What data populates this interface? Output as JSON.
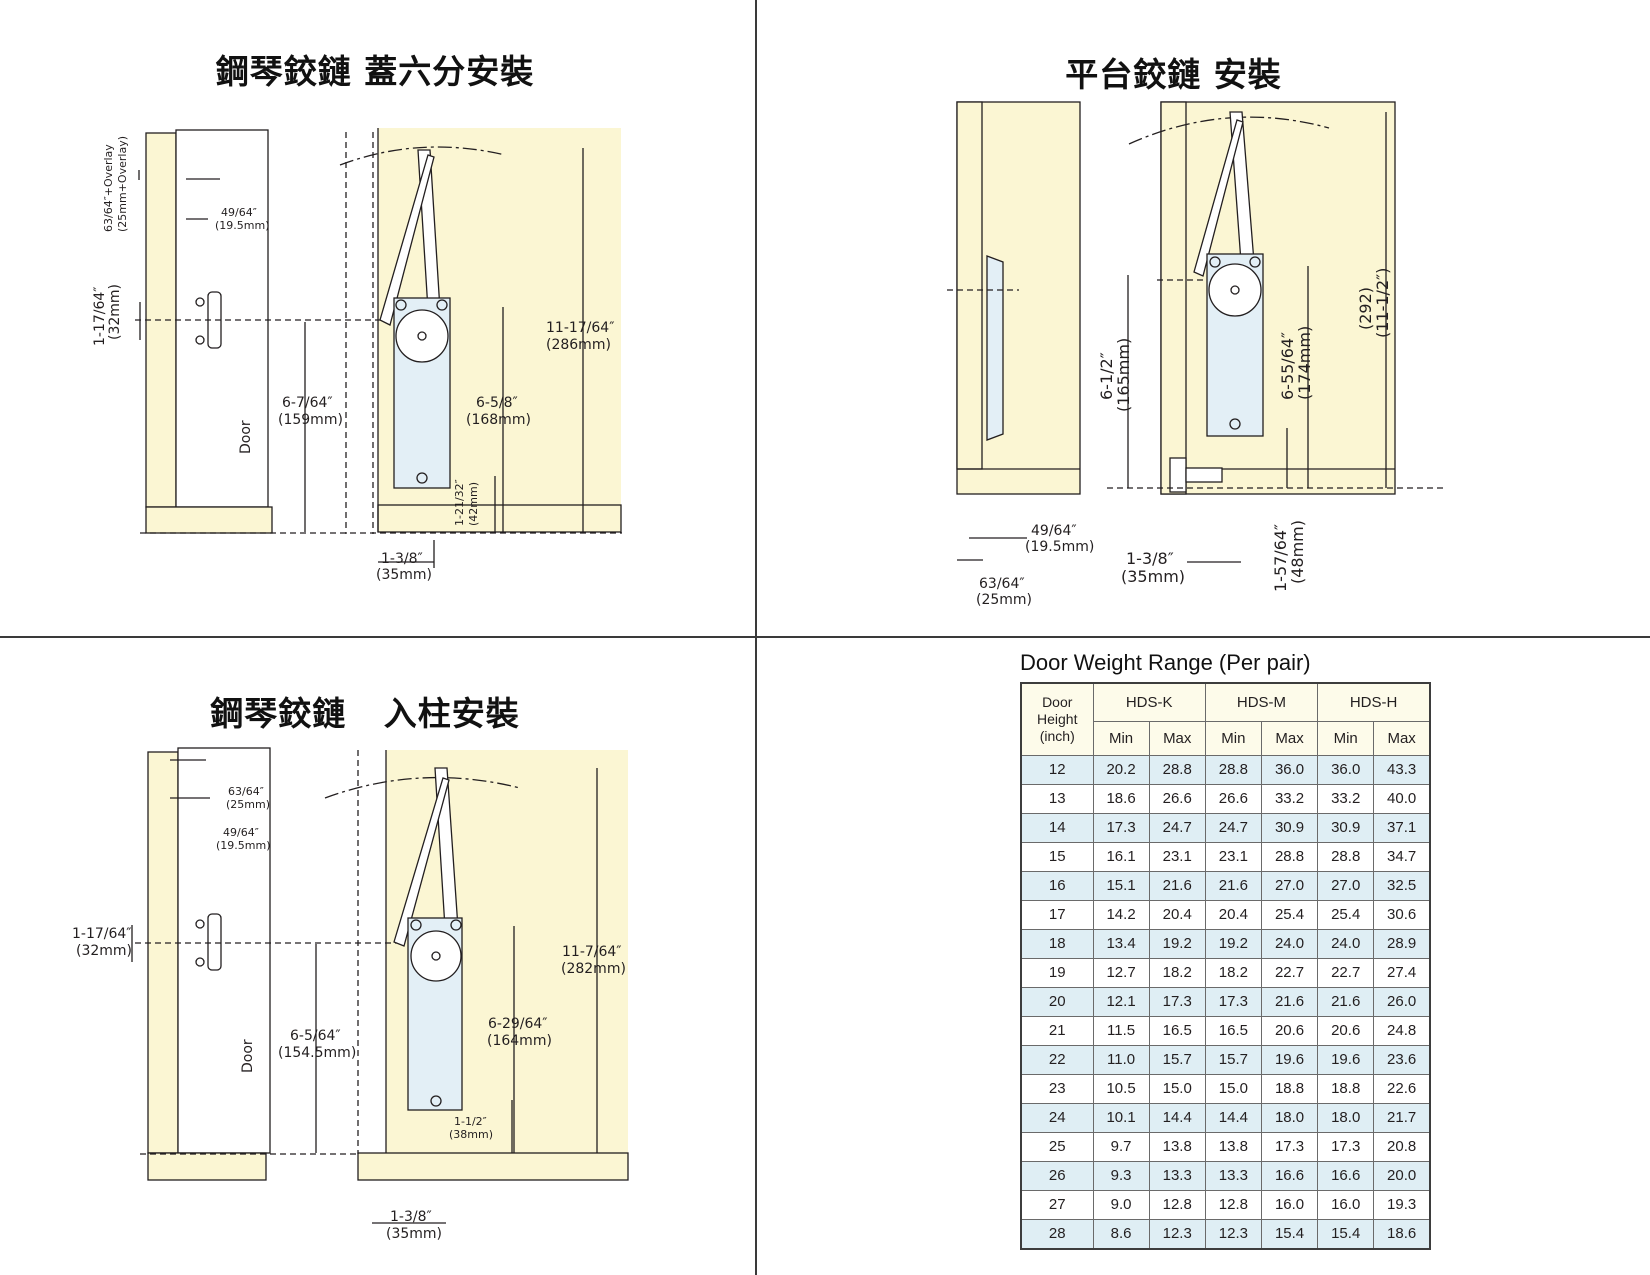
{
  "quadrants": {
    "overlay": {
      "title": "鋼琴鉸鏈 蓋六分安裝",
      "labels": {
        "overlay_dim_1": "63/64″+Overlay",
        "overlay_dim_2": "(25mm+Overlay)",
        "offset_1": "49/64″",
        "offset_2": "(19.5mm)",
        "hole_1": "1-17/64″",
        "hole_2": "(32mm)",
        "door": "Door",
        "mount_1": "6-7/64″",
        "mount_2": "(159mm)",
        "body_1": "6-5/8″",
        "body_2": "(168mm)",
        "total_1": "11-17/64″",
        "total_2": "(286mm)",
        "bottom_1": "1-21/32″",
        "bottom_2": "(42mm)",
        "depth_1": "1-3/8″",
        "depth_2": "(35mm)"
      }
    },
    "platform": {
      "title": "平台鉸鏈 安裝",
      "labels": {
        "offset_1": "49/64″",
        "offset_2": "(19.5mm)",
        "thick_1": "63/64″",
        "thick_2": "(25mm)",
        "mount_1": "6-1/2″",
        "mount_2": "(165mm)",
        "body_1": "6-55/64″",
        "body_2": "(174mm)",
        "total_1": "(292)",
        "total_2": "(11-1/2″)",
        "bottom_1": "1-57/64″",
        "bottom_2": "(48mm)",
        "depth_1": "1-3/8″",
        "depth_2": "(35mm)"
      }
    },
    "inset": {
      "title": "鋼琴鉸鏈   入柱安裝",
      "labels": {
        "thick_1": "63/64″",
        "thick_2": "(25mm)",
        "offset_1": "49/64″",
        "offset_2": "(19.5mm)",
        "hole_1": "1-17/64″",
        "hole_2": "(32mm)",
        "door": "Door",
        "mount_1": "6-5/64″",
        "mount_2": "(154.5mm)",
        "body_1": "6-29/64″",
        "body_2": "(164mm)",
        "total_1": "11-7/64″",
        "total_2": "(282mm)",
        "bottom_1": "1-1/2″",
        "bottom_2": "(38mm)",
        "depth_1": "1-3/8″",
        "depth_2": "(35mm)"
      }
    }
  },
  "weight_table": {
    "title": "Door Weight Range (Per pair)",
    "height_header": [
      "Door",
      "Height",
      "(inch)"
    ],
    "models": [
      "HDS-K",
      "HDS-M",
      "HDS-H"
    ],
    "min_label": "Min",
    "max_label": "Max",
    "rows": [
      [
        "12",
        "20.2",
        "28.8",
        "28.8",
        "36.0",
        "36.0",
        "43.3"
      ],
      [
        "13",
        "18.6",
        "26.6",
        "26.6",
        "33.2",
        "33.2",
        "40.0"
      ],
      [
        "14",
        "17.3",
        "24.7",
        "24.7",
        "30.9",
        "30.9",
        "37.1"
      ],
      [
        "15",
        "16.1",
        "23.1",
        "23.1",
        "28.8",
        "28.8",
        "34.7"
      ],
      [
        "16",
        "15.1",
        "21.6",
        "21.6",
        "27.0",
        "27.0",
        "32.5"
      ],
      [
        "17",
        "14.2",
        "20.4",
        "20.4",
        "25.4",
        "25.4",
        "30.6"
      ],
      [
        "18",
        "13.4",
        "19.2",
        "19.2",
        "24.0",
        "24.0",
        "28.9"
      ],
      [
        "19",
        "12.7",
        "18.2",
        "18.2",
        "22.7",
        "22.7",
        "27.4"
      ],
      [
        "20",
        "12.1",
        "17.3",
        "17.3",
        "21.6",
        "21.6",
        "26.0"
      ],
      [
        "21",
        "11.5",
        "16.5",
        "16.5",
        "20.6",
        "20.6",
        "24.8"
      ],
      [
        "22",
        "11.0",
        "15.7",
        "15.7",
        "19.6",
        "19.6",
        "23.6"
      ],
      [
        "23",
        "10.5",
        "15.0",
        "15.0",
        "18.8",
        "18.8",
        "22.6"
      ],
      [
        "24",
        "10.1",
        "14.4",
        "14.4",
        "18.0",
        "18.0",
        "21.7"
      ],
      [
        "25",
        "9.7",
        "13.8",
        "13.8",
        "17.3",
        "17.3",
        "20.8"
      ],
      [
        "26",
        "9.3",
        "13.3",
        "13.3",
        "16.6",
        "16.6",
        "20.0"
      ],
      [
        "27",
        "9.0",
        "12.8",
        "12.8",
        "16.0",
        "16.0",
        "19.3"
      ],
      [
        "28",
        "8.6",
        "12.3",
        "12.3",
        "15.4",
        "15.4",
        "18.6"
      ]
    ]
  },
  "colors": {
    "wood": "#fbf6d3",
    "cabinet_fill": "#fdfbe6",
    "hinge_fill": "#e3eff6",
    "line": "#231f20",
    "table_stripe": "#dfeef4"
  }
}
